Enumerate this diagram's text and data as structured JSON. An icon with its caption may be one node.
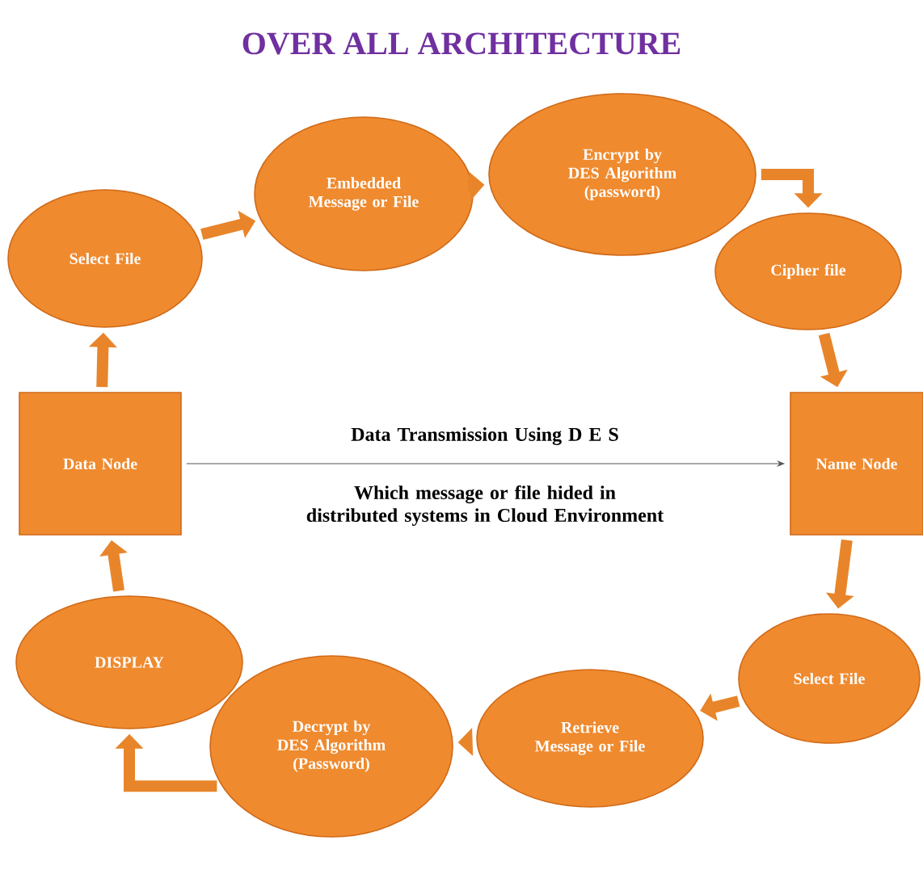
{
  "diagram": {
    "title": "OVER ALL ARCHITECTURE",
    "nodes": [
      {
        "text": [
          "Select File"
        ]
      },
      {
        "text": [
          "Embedded Message or File"
        ]
      },
      {
        "text": [
          "Encrypt by DES Algorithm (password)"
        ]
      },
      {
        "text": [
          "Cipher file"
        ]
      },
      {
        "text": [
          "Name Node"
        ]
      },
      {
        "text": [
          "Select File"
        ]
      },
      {
        "text": [
          "Retrieve Message or File"
        ]
      },
      {
        "text": [
          "Decrypt by DES Algorithm (Password)"
        ]
      },
      {
        "text": [
          "DISPLAY"
        ]
      },
      {
        "text": [
          "Data Node"
        ]
      }
    ],
    "edges": [
      {
        "from": 0,
        "to": 1,
        "arrow": "to"
      },
      {
        "from": 1,
        "to": 2,
        "arrow": "to"
      },
      {
        "from": 2,
        "to": 3,
        "arrow": "to"
      },
      {
        "from": 3,
        "to": 4,
        "arrow": "to"
      },
      {
        "from": 4,
        "to": 5,
        "arrow": "to"
      },
      {
        "from": 5,
        "to": 6,
        "arrow": "to"
      },
      {
        "from": 6,
        "to": 7,
        "arrow": "to"
      },
      {
        "from": 7,
        "to": 8,
        "arrow": "to"
      },
      {
        "from": 8,
        "to": 9,
        "arrow": "to"
      },
      {
        "from": 9,
        "to": 0,
        "arrow": "to"
      },
      {
        "from": 9,
        "to": 4,
        "arrow": "to",
        "color": "#555555"
      }
    ],
    "labels": [
      "Data Transmission Using D E S",
      "Which message or file hided in distributed systems in Cloud Environment"
    ]
  }
}
